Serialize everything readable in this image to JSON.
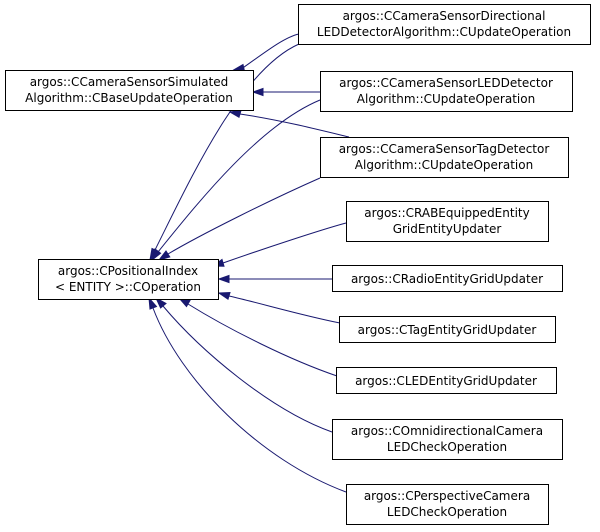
{
  "diagram": {
    "edge_color": "#191970",
    "nodes": {
      "base_update": {
        "lines": [
          "argos::CCameraSensorSimulated",
          "Algorithm::CBaseUpdateOperation"
        ]
      },
      "positional": {
        "lines": [
          "argos::CPositionalIndex",
          "< ENTITY >::COperation"
        ]
      },
      "dir_led": {
        "lines": [
          "argos::CCameraSensorDirectional",
          "LEDDetectorAlgorithm::CUpdateOperation"
        ]
      },
      "led_det": {
        "lines": [
          "argos::CCameraSensorLEDDetector",
          "Algorithm::CUpdateOperation"
        ]
      },
      "tag_det": {
        "lines": [
          "argos::CCameraSensorTagDetector",
          "Algorithm::CUpdateOperation"
        ]
      },
      "rab": {
        "lines": [
          "argos::CRABEquippedEntity",
          "GridEntityUpdater"
        ]
      },
      "radio": {
        "lines": [
          "argos::CRadioEntityGridUpdater"
        ]
      },
      "tag_grid": {
        "lines": [
          "argos::CTagEntityGridUpdater"
        ]
      },
      "led_grid": {
        "lines": [
          "argos::CLEDEntityGridUpdater"
        ]
      },
      "omni": {
        "lines": [
          "argos::COmnidirectionalCamera",
          "LEDCheckOperation"
        ]
      },
      "persp": {
        "lines": [
          "argos::CPerspectiveCamera",
          "LEDCheckOperation"
        ]
      }
    },
    "edges": [
      {
        "from": "dir_led",
        "to": "base_update"
      },
      {
        "from": "led_det",
        "to": "base_update"
      },
      {
        "from": "tag_det",
        "to": "base_update"
      },
      {
        "from": "dir_led",
        "to": "positional"
      },
      {
        "from": "led_det",
        "to": "positional"
      },
      {
        "from": "tag_det",
        "to": "positional"
      },
      {
        "from": "rab",
        "to": "positional"
      },
      {
        "from": "radio",
        "to": "positional"
      },
      {
        "from": "tag_grid",
        "to": "positional"
      },
      {
        "from": "led_grid",
        "to": "positional"
      },
      {
        "from": "omni",
        "to": "positional"
      },
      {
        "from": "persp",
        "to": "positional"
      }
    ]
  }
}
